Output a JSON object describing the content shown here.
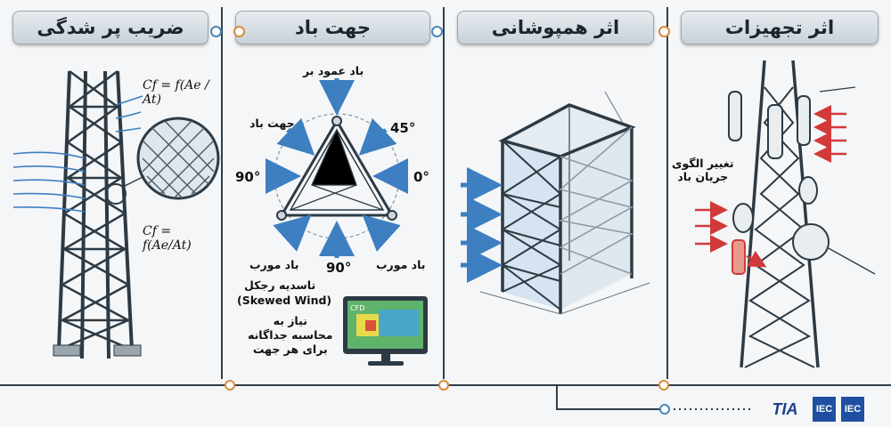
{
  "panels": {
    "p1": {
      "title": "ضریب پر شدگی",
      "formula_top": "Cf = f(Ae / At)",
      "formula_bottom": "Cf = f(Ae/At)"
    },
    "p2": {
      "title": "جهت باد",
      "normal_wind": "باد عمود بر",
      "wind_direction": "جهت باد",
      "angle_45": "45°",
      "angle_90_left": "90°",
      "angle_0": "0°",
      "angle_90_bottom": "90°",
      "oblique_left": "باد مورب",
      "oblique_right": "باد مورب",
      "skewed_fa": "تاسدیه رجکل",
      "skewed_en": "(Skewed Wind)",
      "cfd_note": [
        "نیاز به",
        "محاسبه جداگانه",
        "برای هر جهت"
      ],
      "monitor_label": "CFD"
    },
    "p3": {
      "title": "اثر همپوشانی"
    },
    "p4": {
      "title": "اثر تجهیزات",
      "flow_note": [
        "تغییر الگوی",
        "جریان باد"
      ]
    }
  },
  "logos": [
    "TIA",
    "IEC",
    "IEC"
  ],
  "colors": {
    "arrow_blue": "#3d7fc1",
    "arrow_red": "#d23a3a",
    "accent_orange": "#d98a3d"
  }
}
